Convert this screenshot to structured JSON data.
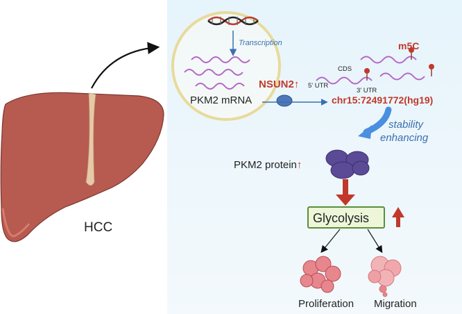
{
  "labels": {
    "hcc": "HCC",
    "transcription": "Transcription",
    "pkm2_mrna": "PKM2 mRNA",
    "nsun2": "NSUN2",
    "up_arrow": "↑",
    "utr5": "5' UTR",
    "cds": "CDS",
    "utr3": "3' UTR",
    "m5c": "m5C",
    "chr_site": "chr15:72491772(hg19)",
    "stability_line1": "stability",
    "stability_line2": "enhancing",
    "pkm2_protein": "PKM2 protein",
    "glycolysis": "Glycolysis",
    "proliferation": "Proliferation",
    "migration": "Migration"
  },
  "colors": {
    "panel_bg_top": "#e6f4fb",
    "panel_bg_bottom": "#f3f9fc",
    "liver": "#b75a50",
    "liver_dark": "#8e3f38",
    "gallbladder": "#7fc97a",
    "circle_border": "#e8da9b",
    "circle_fill": "#fbfbf6",
    "mrna": "#b667c6",
    "m5c_pin": "#c0392b",
    "accent_red": "#c0392b",
    "accent_blue": "#3a6fb0",
    "nsun2_blob": "#4d77b8",
    "protein": "#5b4a96",
    "glycolysis_box": "#edf6d9",
    "glycolysis_border": "#5a8f3a",
    "cell": "#e7868c"
  }
}
